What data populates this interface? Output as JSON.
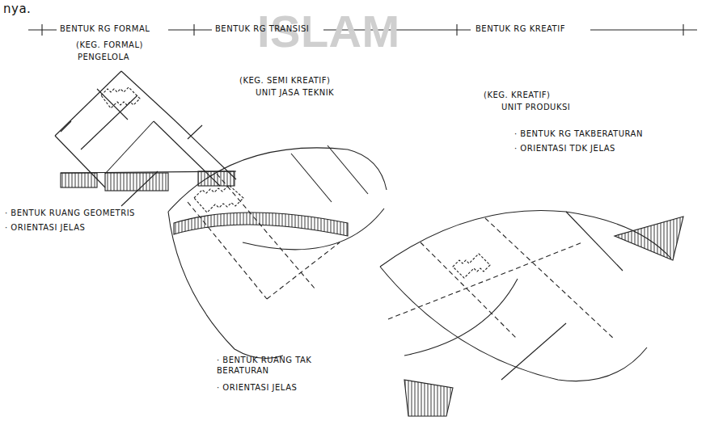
{
  "diagram": {
    "labels": [
      "nya.",
      "ISLAM",
      "BENTUK RG FORMAL",
      "BENTUK RG TRANSISI",
      "BENTUK RG KREATIF",
      "(KEG. FORMAL)",
      "PENGELOLA",
      "(KEG. SEMI KREATIF)",
      "UNIT JASA TEKNIK",
      "(KEG. KREATIF)",
      "UNIT PRODUKSI",
      "· BENTUK RG TAKBERATURAN",
      "· ORIENTASI TDK JELAS",
      "· BENTUK RUANG GEOMETRIS",
      "· ORIENTASI JELAS",
      "· BENTUK RUANG TAK BERATURAN",
      "· ORIENTASI JELAS"
    ]
  }
}
